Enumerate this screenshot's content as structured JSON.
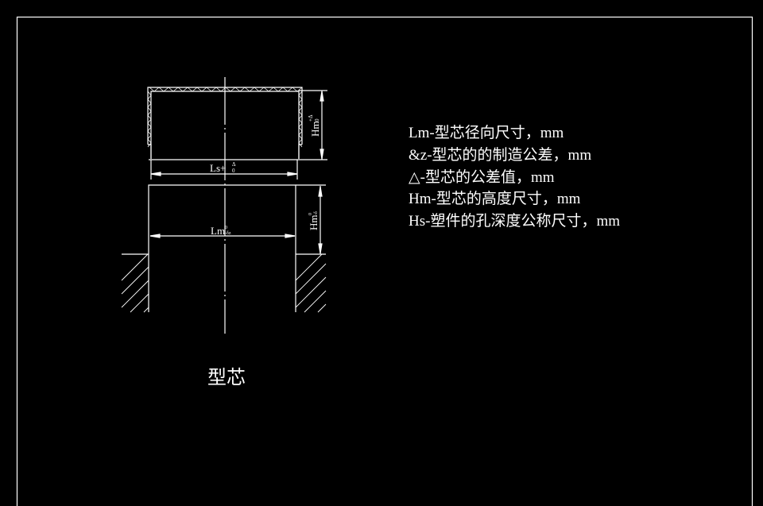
{
  "drawing": {
    "caption": "型芯",
    "dimensions": {
      "ls": "Ls+",
      "ls_tol_upper": "Δ",
      "ls_tol_lower": "0",
      "hm_top": "Hm",
      "hm_top_tol_upper": "+Δ",
      "hm_top_tol_lower": "0",
      "lm": "Lm",
      "lm_tol_upper": "0",
      "lm_tol_lower": "-δz",
      "hm_bottom": "Hm",
      "hm_bottom_tol_upper": "0",
      "hm_bottom_tol_lower": "-δ"
    },
    "legend": [
      "Lm-型芯径向尺寸，mm",
      "&z-型芯的的制造公差，mm",
      "△-型芯的公差值，mm",
      "Hm-型芯的高度尺寸，mm",
      "Hs-塑件的孔深度公称尺寸，mm"
    ],
    "colors": {
      "background": "#000000",
      "lines": "#ffffff"
    }
  }
}
